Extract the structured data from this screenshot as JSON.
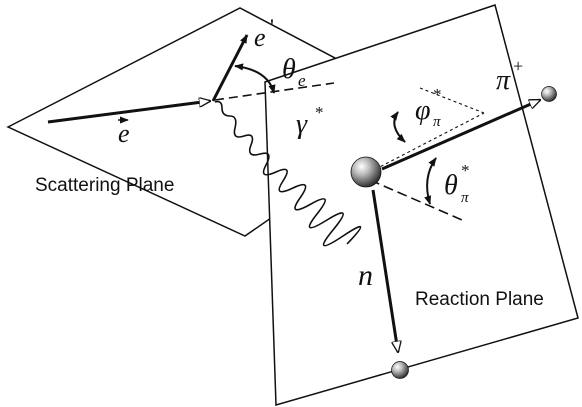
{
  "labels": {
    "scattering_plane": "Scattering Plane",
    "reaction_plane": "Reaction Plane",
    "incoming_electron": "e",
    "scattered_electron": "e",
    "scattered_electron_prime": "'",
    "electron_angle_symbol": "θ",
    "electron_angle_sub": "e",
    "virtual_photon": "γ",
    "virtual_photon_star": "*",
    "pion": "π",
    "pion_charge": "+",
    "pion_phi_symbol": "φ",
    "pion_phi_sub": "π",
    "pion_phi_star": "*",
    "pion_theta_symbol": "θ",
    "pion_theta_sub": "π",
    "pion_theta_star": "*",
    "neutron": "n"
  },
  "colors": {
    "ink": "#111111",
    "sphere_highlight": "#ffffff",
    "sphere_shadow": "#222222"
  }
}
